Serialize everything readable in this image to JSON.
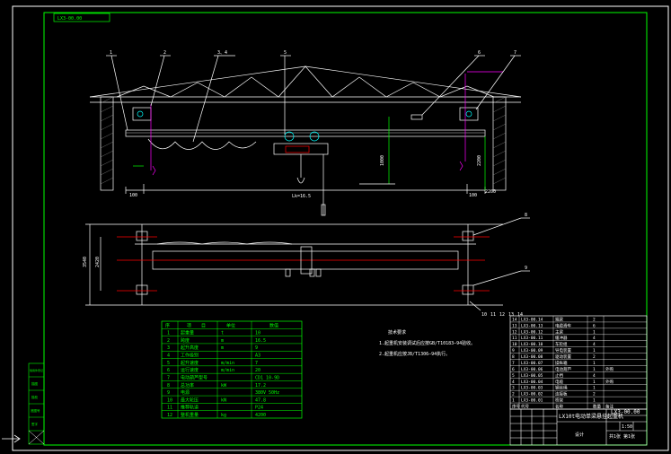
{
  "drawing": {
    "code_stamp": "LX3-00.00",
    "balloons_top": [
      "1",
      "2",
      "3、4",
      "5",
      "6",
      "7"
    ],
    "balloons_plan": [
      "8",
      "9",
      "10",
      "11",
      "12",
      "13",
      "14"
    ],
    "dim_span": "Lk=16.5",
    "dims_left_vertical": [
      "3540",
      "2420"
    ],
    "dims_right_vertical": [
      "1000",
      "2200"
    ],
    "dim_bottom_left": "100",
    "dim_bottom_right": "100",
    "dim_bottom_right2": "2200"
  },
  "tech_notes": {
    "title": "技术要求",
    "lines": [
      "1.起重机安装调试后应按GB/T10183—94验收。",
      "2.起重机应按JB/T1306—94执行。"
    ]
  },
  "param_table": {
    "header": [
      "序",
      "项",
      "目",
      "单位",
      "数值"
    ],
    "rows": [
      [
        "起重量",
        "t",
        "10"
      ],
      [
        "跨度",
        "m",
        "16.5"
      ],
      [
        "起升高度",
        "m",
        "9"
      ],
      [
        "工作级别",
        "",
        "A3"
      ],
      [
        "起升速度",
        "m/min",
        "7"
      ],
      [
        "运行速度",
        "m/min",
        "20"
      ],
      [
        "电动葫芦型号",
        "",
        "CD1 10-9D"
      ],
      [
        "总功率",
        "kW",
        "17.2"
      ],
      [
        "电源",
        "",
        "380V 50Hz"
      ],
      [
        "最大轮压",
        "kN",
        "47.8"
      ],
      [
        "推荐轨道",
        "",
        "P24"
      ],
      [
        "整机重量",
        "kg",
        "4200"
      ]
    ]
  },
  "parts_list": {
    "rows": [
      [
        "14",
        "LX3-00.14",
        "端梁",
        "2",
        ""
      ],
      [
        "13",
        "LX3-00.13",
        "电缆滑车",
        "6",
        ""
      ],
      [
        "12",
        "LX3-00.12",
        "主梁",
        "1",
        ""
      ],
      [
        "11",
        "LX3-00.11",
        "缓冲器",
        "4",
        ""
      ],
      [
        "10",
        "LX3-00.10",
        "车轮组",
        "4",
        ""
      ],
      [
        "9",
        "LX3-00.09",
        "导电装置",
        "1",
        ""
      ],
      [
        "8",
        "LX3-00.08",
        "驱动装置",
        "2",
        ""
      ],
      [
        "7",
        "LX3-00.07",
        "操纵箱",
        "1",
        ""
      ],
      [
        "6",
        "LX3-00.06",
        "电动葫芦",
        "1",
        "外购"
      ],
      [
        "5",
        "LX3-00.05",
        "止挡",
        "4",
        ""
      ],
      [
        "4",
        "LX3-00.04",
        "电缆",
        "1",
        "外购"
      ],
      [
        "3",
        "LX3-00.03",
        "钢丝绳",
        "1",
        ""
      ],
      [
        "2",
        "LX3-00.02",
        "连接板",
        "2",
        ""
      ],
      [
        "1",
        "LX3-00.01",
        "桥架",
        "1",
        ""
      ]
    ],
    "header": [
      "序号",
      "代号",
      "名称",
      "数量",
      "备注"
    ]
  },
  "title_block": {
    "drawing_no": "LX3-00.00",
    "title": "LX10t电动单梁悬挂起重机",
    "scale": "1:50",
    "sheet": "共1张 第1张",
    "company": "设计"
  },
  "side_block": {
    "labels": [
      "借用件登记",
      "描图",
      "描校",
      "底图号",
      "签字"
    ]
  },
  "colors": {
    "frame": "#00ff00",
    "lines": "#ffffff",
    "accent": "#ff00ff",
    "red": "#ff0000",
    "cyan": "#00ffff",
    "yellow": "#ffff00"
  }
}
